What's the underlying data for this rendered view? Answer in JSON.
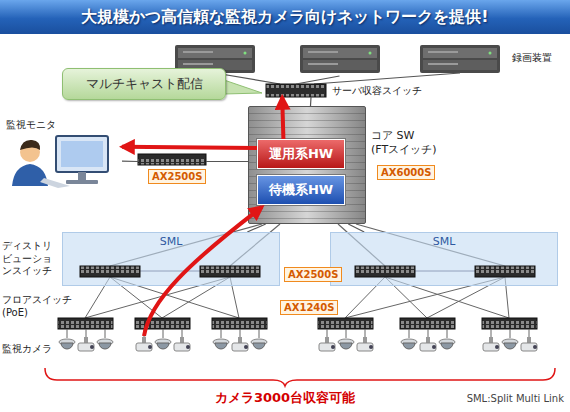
{
  "diagram": {
    "title": "大規模かつ高信頼な監視カメラ向けネットワークを提供!",
    "nodes": [
      {
        "text": [
          "録画装置"
        ]
      },
      {
        "text": [
          "マルチキャスト配信"
        ]
      },
      {
        "text": [
          "サーバ収容スイッチ"
        ]
      },
      {
        "text": [
          "監視モニタ"
        ]
      },
      {
        "text": [
          "AX2500S"
        ]
      },
      {
        "text": [
          "コア SW (FTスイッチ)",
          "AX6000S"
        ]
      },
      {
        "text": [
          "運用系HW"
        ],
        "in": 5
      },
      {
        "text": [
          "待機系HW"
        ],
        "in": 5
      },
      {
        "text": [
          "SML"
        ]
      },
      {
        "text": [
          "SML"
        ]
      }
    ],
    "edges": [
      {
        "from": 0,
        "to": 2,
        "arrow": "none"
      },
      {
        "from": 2,
        "to": 5,
        "arrow": "none"
      },
      {
        "from": 3,
        "to": 4,
        "arrow": "none"
      },
      {
        "from": 4,
        "to": 5,
        "arrow": "none"
      },
      {
        "from": 6,
        "to": 2,
        "arrow": "to"
      },
      {
        "from": 6,
        "to": 3,
        "arrow": "to"
      },
      {
        "from": 5,
        "to": 8,
        "arrow": "none"
      },
      {
        "from": 5,
        "to": 9,
        "arrow": "none"
      }
    ],
    "labels": [
      "ディストリビューションスイッチ",
      "AX2500S",
      "フロアスイッチ (PoE)",
      "AX1240S",
      "監視カメラ",
      "カメラ3000台収容可能",
      "SML:Split Multi Link"
    ]
  }
}
